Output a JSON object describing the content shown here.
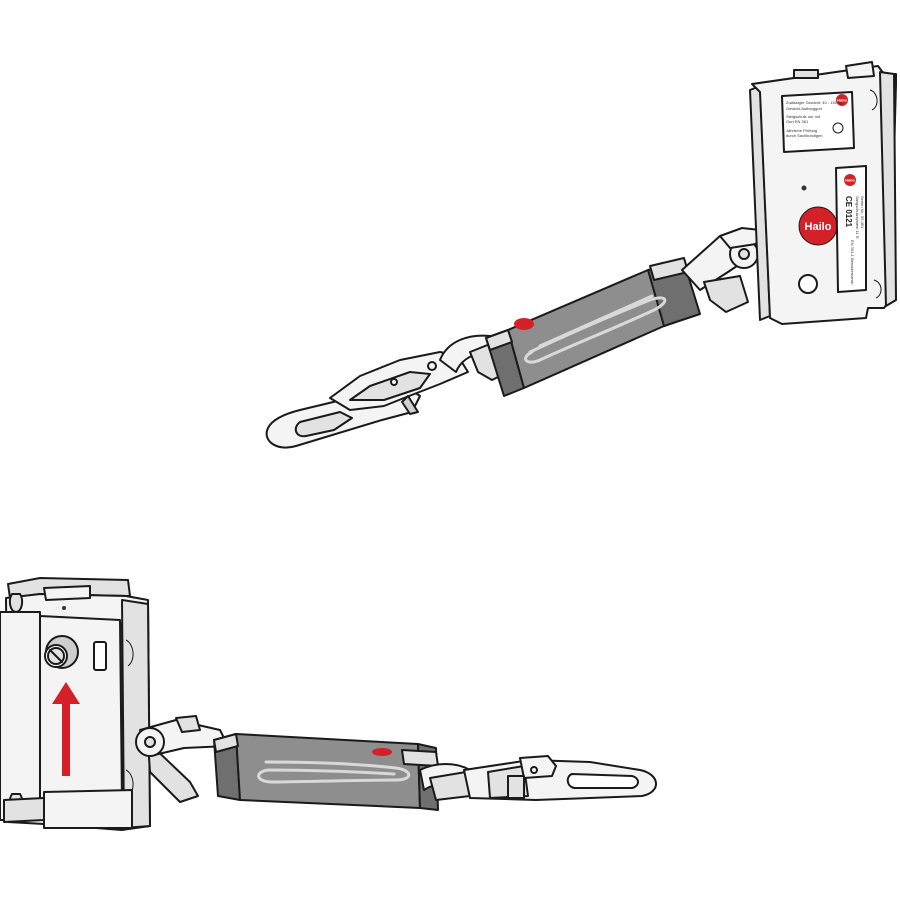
{
  "top_device": {
    "brand": "Hailo",
    "brand_small": "Hailo",
    "ce_mark": "CE 0121",
    "label_lines": [
      "Steigschutzsystem 11 R",
      "Serien Nr.: 95.451",
      "EN 353-1   Benutzername:"
    ],
    "plate_lines": [
      "Zulässiger Gewicht: 40 - 150 kg",
      "Gewicht Auffanggurt",
      "Steigschutz nur mit",
      "Gurt EN 361",
      "Jährliche Prüfung",
      "durch Sachkundigen"
    ]
  },
  "bottom_device": {
    "arrow_meaning": "up-arrow",
    "accent_color": "#d42027"
  },
  "colors": {
    "brand_red": "#d42027",
    "webbing": "#8e8e8e",
    "metal": "#f4f4f4"
  }
}
